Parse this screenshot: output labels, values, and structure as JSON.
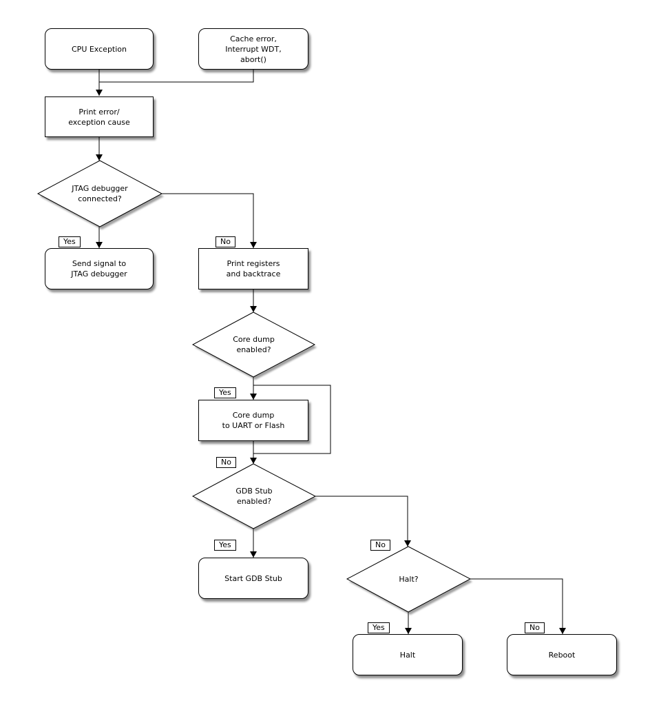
{
  "diagram": {
    "description": "Panic handling flowchart",
    "colors": {
      "background": "#ffffff",
      "stroke": "#000000",
      "node_fill": "#ffffff",
      "text": "#000000",
      "shadow": "#555555"
    },
    "nodes": {
      "cpu_exception": {
        "label": "CPU Exception",
        "shape": "rounded"
      },
      "cache_error": {
        "label": "Cache error,\nInterrupt WDT,\nabort()",
        "shape": "rounded"
      },
      "print_error": {
        "label": "Print error/\nexception cause",
        "shape": "rect"
      },
      "jtag_connected": {
        "label": "JTAG debugger\nconnected?",
        "shape": "diamond"
      },
      "send_signal": {
        "label": "Send signal to\nJTAG debugger",
        "shape": "rounded"
      },
      "print_registers": {
        "label": "Print registers\nand backtrace",
        "shape": "rect"
      },
      "core_dump_enabled": {
        "label": "Core dump\nenabled?",
        "shape": "diamond"
      },
      "core_dump": {
        "label": "Core dump\nto UART or Flash",
        "shape": "rect"
      },
      "gdb_stub_enabled": {
        "label": "GDB Stub\nenabled?",
        "shape": "diamond"
      },
      "start_gdb_stub": {
        "label": "Start GDB Stub",
        "shape": "rounded"
      },
      "halt_question": {
        "label": "Halt?",
        "shape": "diamond"
      },
      "halt": {
        "label": "Halt",
        "shape": "rounded"
      },
      "reboot": {
        "label": "Reboot",
        "shape": "rounded"
      }
    },
    "edge_labels": {
      "jtag_yes": "Yes",
      "jtag_no": "No",
      "coredump_yes": "Yes",
      "coredump_no": "No",
      "gdb_yes": "Yes",
      "gdb_no": "No",
      "halt_yes": "Yes",
      "halt_no": "No"
    }
  }
}
